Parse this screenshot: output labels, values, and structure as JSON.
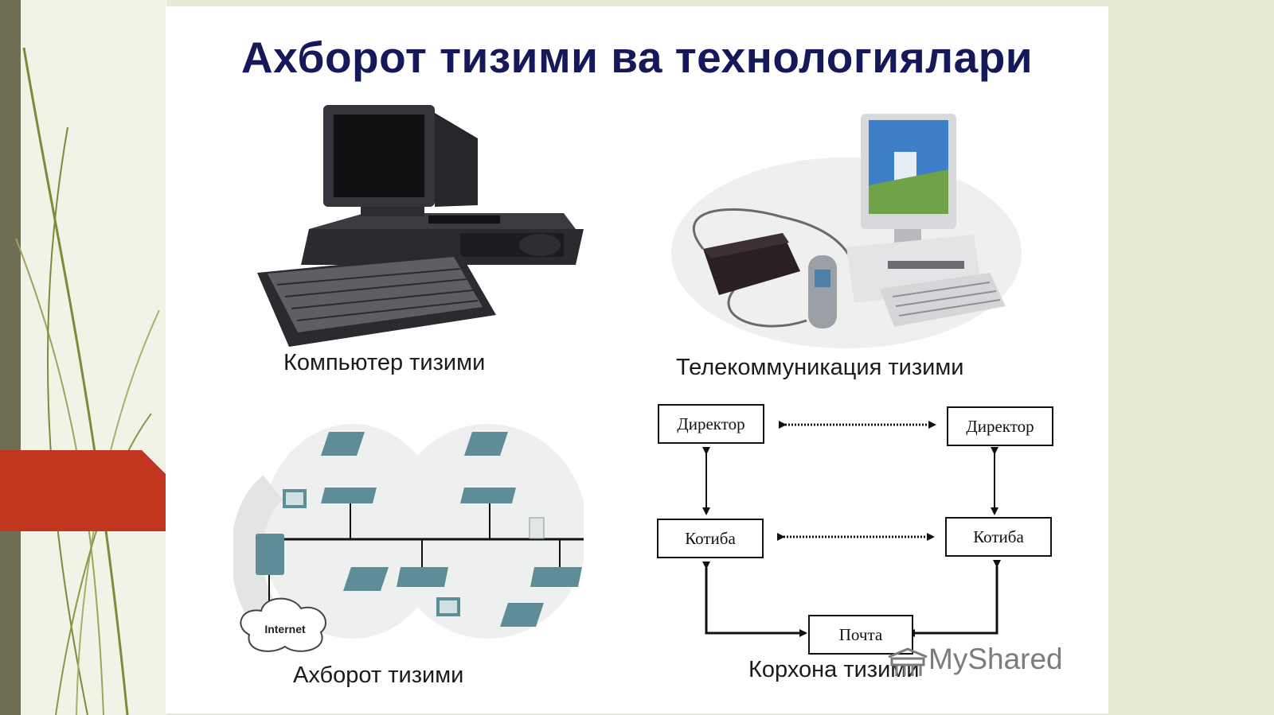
{
  "slide": {
    "title": "Ахборот тизими ва технологиялари"
  },
  "panels": {
    "computer": {
      "caption": "Компьютер тизими"
    },
    "telecom": {
      "caption": "Телекоммуникация тизими"
    },
    "network": {
      "caption": "Ахборот тизими",
      "cloud_label": "Internet"
    },
    "enterprise": {
      "caption": "Корхона тизими",
      "nodes": {
        "director_left": "Директор",
        "director_right": "Директор",
        "secretary_left": "Котиба",
        "secretary_right": "Котиба",
        "mail": "Почта"
      }
    }
  },
  "watermark": {
    "text": "MyShared"
  },
  "colors": {
    "title": "#15195a",
    "accent_tab": "#c0361e",
    "frame_background": "#e6ecd3",
    "device_dark": "#1f2023",
    "network_device": "#5f8d97"
  }
}
